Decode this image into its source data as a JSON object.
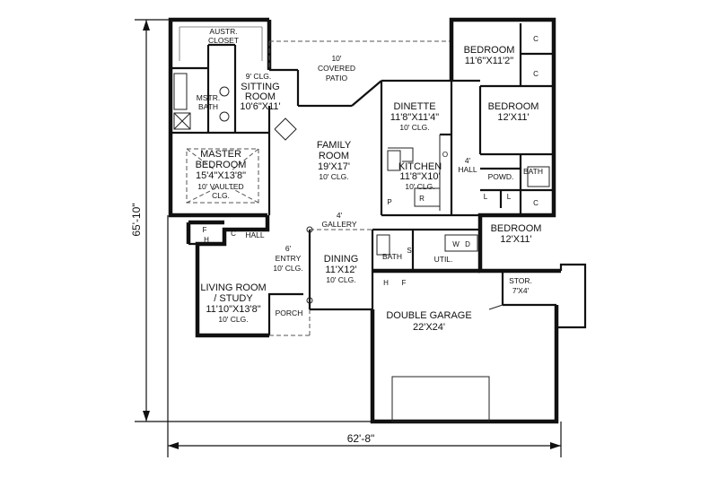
{
  "dimensions": {
    "depth": "65'-10\"",
    "width": "62'-8\""
  },
  "rooms": {
    "austr_closet": [
      "AUSTR.",
      "CLOSET"
    ],
    "sitting_room": [
      "9' CLG.",
      "SITTING",
      "ROOM",
      "10'6\"X11'"
    ],
    "mstr_bath": [
      "MSTR.",
      "BATH"
    ],
    "covered_patio": [
      "10'",
      "COVERED",
      "PATIO"
    ],
    "bedroom_top": [
      "BEDROOM",
      "11'6\"X11'2\""
    ],
    "bedroom_mid": [
      "BEDROOM",
      "12'X11'"
    ],
    "dinette": [
      "DINETTE",
      "11'8\"X11'4\"",
      "10' CLG."
    ],
    "family_room": [
      "FAMILY",
      "ROOM",
      "19'X17'",
      "10' CLG."
    ],
    "master_bedroom": [
      "MASTER",
      "BEDROOM",
      "15'4\"X13'8\"",
      "10' VAULTED",
      "CLG."
    ],
    "kitchen": [
      "KITCHEN",
      "11'8\"X10'",
      "10' CLG."
    ],
    "hall_right": [
      "4'",
      "HALL"
    ],
    "bath_right": [
      "BATH"
    ],
    "powder": [
      "POWD."
    ],
    "bedroom_low": [
      "BEDROOM",
      "12'X11'"
    ],
    "gallery": [
      "4'",
      "GALLERY"
    ],
    "hall_left": [
      "HALL"
    ],
    "entry": [
      "6'",
      "ENTRY",
      "10' CLG."
    ],
    "dining": [
      "DINING",
      "11'X12'",
      "10' CLG."
    ],
    "bath_mid": [
      "BATH"
    ],
    "util": [
      "UTIL."
    ],
    "living_room": [
      "LIVING ROOM",
      "/ STUDY",
      "11'10\"X13'8\"",
      "10' CLG."
    ],
    "porch": [
      "PORCH"
    ],
    "garage": [
      "DOUBLE GARAGE",
      "22'X24'"
    ],
    "storage": [
      "STOR.",
      "7'X4'"
    ]
  },
  "fixtures": {
    "closet_c": "C",
    "linen_l": "L",
    "oven_o": "O",
    "pantry_p": "P",
    "refrigerator_r": "R",
    "shower_s": "S",
    "washer_w": "W",
    "dryer_d": "D",
    "fireplace_f": "F",
    "heater_h": "H"
  }
}
